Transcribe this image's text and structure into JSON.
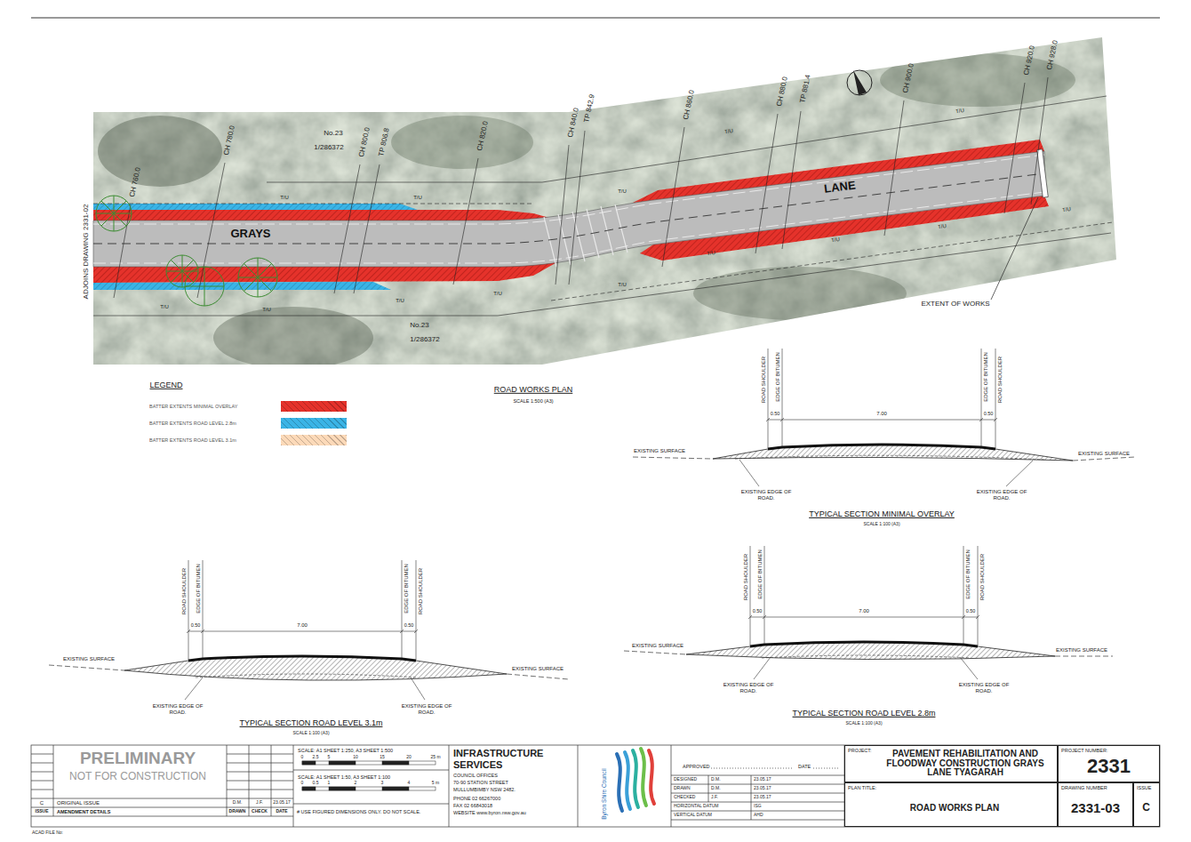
{
  "diagram": {
    "nodes": [
      {
        "text": [
          "PROJECT:",
          "PAVEMENT REHABILITATION AND FLOODWAY CONSTRUCTION GRAYS LANE TYAGARAH"
        ]
      },
      {
        "text": [
          "PLAN TITLE:",
          "ROAD WORKS PLAN"
        ]
      },
      {
        "text": [
          "PROJECT NUMBER:",
          "2331"
        ]
      },
      {
        "text": [
          "DRAWING NUMBER",
          "2331-03"
        ]
      },
      {
        "text": [
          "ISSUE",
          "C"
        ]
      }
    ],
    "labels": [
      "ADJOINS DRAWING 2331-02",
      "CH 760.0",
      "CH 780.0",
      "CH 800.0",
      "TP 806.8",
      "CH 820.0",
      "TP 842.9",
      "CH 840.0",
      "CH 860.0",
      "CH 880.0",
      "TP 881.4",
      "CH 900.0",
      "CH 920.0",
      "CH 928.0",
      "No.23",
      "1/286372",
      "No.23",
      "1/286372",
      "GRAYS",
      "LANE",
      "EXTENT OF WORKS",
      "ROAD WORKS PLAN",
      "SCALE 1:500 (A3)",
      "LEGEND",
      "T/U",
      "T/U",
      "T/U",
      "T/U",
      "T/U",
      "T/U",
      "T/U",
      "T/U",
      "T/U",
      "T/U",
      "T/U",
      "T/U",
      "T/U",
      "T/U",
      "ROAD SHOULDER",
      "EDGE OF BITUMEN",
      "EDGE OF BITUMEN",
      "ROAD SHOULDER",
      "0.50",
      "7.00",
      "0.50",
      "EXISTING SURFACE",
      "EXISTING SURFACE",
      "EXISTING EDGE OF ROAD.",
      "EXISTING EDGE OF ROAD.",
      "TYPICAL SECTION MINIMAL OVERLAY",
      "SCALE 1:100 (A3)",
      "ROAD SHOULDER",
      "EDGE OF BITUMEN",
      "EDGE OF BITUMEN",
      "ROAD SHOULDER",
      "0.50",
      "7.00",
      "0.50",
      "EXISTING SURFACE",
      "EXISTING SURFACE",
      "EXISTING EDGE OF ROAD.",
      "EXISTING EDGE OF ROAD.",
      "TYPICAL SECTION ROAD LEVEL 3.1m",
      "SCALE 1:100 (A3)",
      "ROAD SHOULDER",
      "EDGE OF BITUMEN",
      "EDGE OF BITUMEN",
      "ROAD SHOULDER",
      "0.50",
      "7.00",
      "0.50",
      "EXISTING SURFACE",
      "EXISTING SURFACE",
      "EXISTING EDGE OF ROAD.",
      "EXISTING EDGE OF ROAD.",
      "TYPICAL SECTION ROAD LEVEL 2.8m",
      "SCALE 1:100 (A3)",
      "PRELIMINARY",
      "NOT FOR CONSTRUCTION",
      "C",
      "ORIGINAL ISSUE",
      "D.M.",
      "J.F.",
      "23.05.17",
      "ISSUE",
      "AMENDMENT DETAILS",
      "DRAWN",
      "CHECK",
      "DATE",
      "ACAD FILE No:",
      "SCALE: A1 SHEET 1:250, A3 SHEET 1:500",
      "0",
      "2.5",
      "5",
      "10",
      "15",
      "20",
      "25 m",
      "SCALE: A1 SHEET 1:50, A3 SHEET 1:100",
      "0",
      "0.5",
      "1",
      "2",
      "3",
      "4",
      "5 m",
      "# USE FIGURED DIMENSIONS ONLY. DO NOT SCALE.",
      "INFRASTRUCTURE SERVICES",
      "COUNCIL OFFICES",
      "70-90 STATION STREET",
      "MULLUMBIMBY NSW 2482.",
      "PHONE 02 66267000",
      "FAX 02 66843018",
      "WEBSITE www.byron.nsw.gov.au",
      "Byron Shire Council",
      "APPROVED",
      "DATE",
      "DESIGNED",
      "D.M.",
      "23.05.17",
      "DRAWN",
      "D.M.",
      "23.05.17",
      "CHECKED",
      "J.F.",
      "23.05.17",
      "HORIZONTAL DATUM",
      "ISG",
      "VERTICAL DATUM",
      "AHD"
    ],
    "legend": [
      {
        "text": "BATTER EXTENTS MINIMAL OVERLAY",
        "color": "#e5322b"
      },
      {
        "text": "BATTER EXTENTS ROAD LEVEL 2.8m",
        "color": "#3ab4e6"
      },
      {
        "text": "BATTER EXTENTS ROAD LEVEL 3.1m",
        "color": "#fcd9b8"
      }
    ]
  }
}
